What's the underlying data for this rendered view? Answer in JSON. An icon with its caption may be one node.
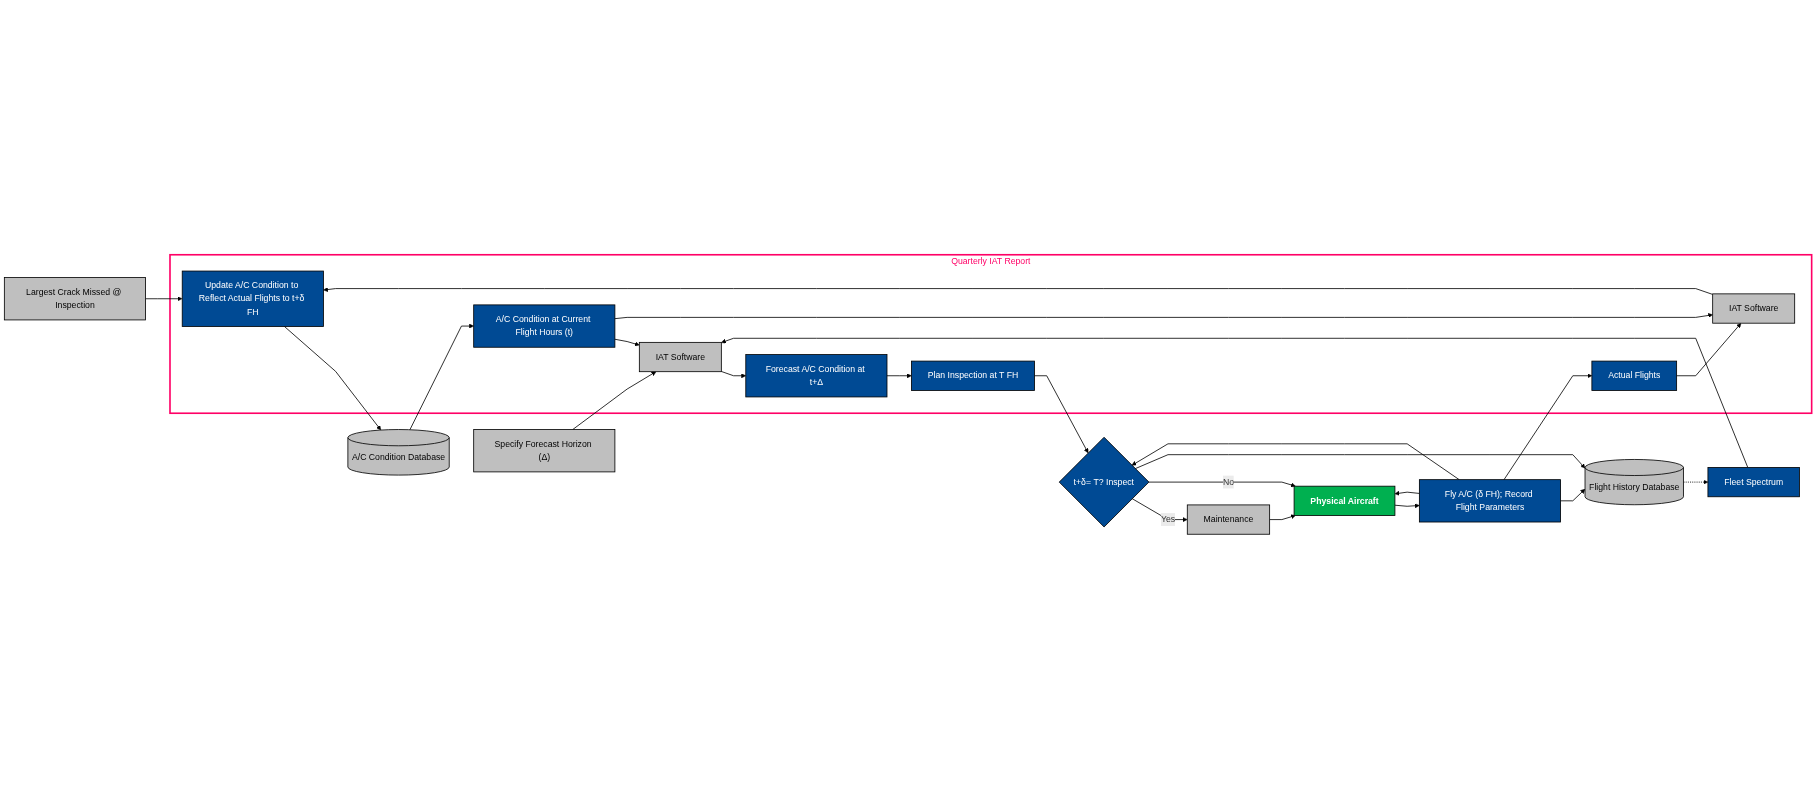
{
  "diagram": {
    "nodes": [
      {
        "text": [
          "Quarterly IAT Report"
        ]
      },
      {
        "text": [
          "Largest Crack Missed @ Inspection"
        ]
      },
      {
        "text": [
          "A/C Condition Database"
        ]
      },
      {
        "text": [
          "Fleet Spectrum"
        ]
      },
      {
        "text": [
          "Update A/C Condition to Reflect Actual Flights to t+δ FH"
        ],
        "in": 0
      },
      {
        "text": [
          "A/C Condition at Current Flight Hours (t)"
        ],
        "in": 0
      },
      {
        "text": [
          "IAT Software"
        ],
        "in": 0
      },
      {
        "text": [
          "Specify Forecast Horizon (Δ)"
        ]
      },
      {
        "text": [
          "Forecast A/C Condition at t+Δ"
        ],
        "in": 0
      },
      {
        "text": [
          "IAT Software"
        ],
        "in": 0
      },
      {
        "text": [
          "Plan Inspection at T FH"
        ],
        "in": 0
      },
      {
        "text": [
          "Actual Flights"
        ],
        "in": 0
      },
      {
        "text": [
          "Fly A/C (δ FH); Record Flight Parameters"
        ]
      },
      {
        "text": [
          "t+δ= T? Inspect"
        ]
      },
      {
        "text": [
          "Physical Aircraft"
        ]
      },
      {
        "text": [
          "Maintenance"
        ]
      },
      {
        "text": [
          "Flight History Database"
        ]
      }
    ],
    "edges": [
      {
        "from": 1,
        "to": 4,
        "arrow": "to"
      },
      {
        "from": 4,
        "to": 2,
        "arrow": "to"
      },
      {
        "from": 2,
        "to": 5,
        "arrow": "to"
      },
      {
        "from": 3,
        "to": 6,
        "arrow": "to"
      },
      {
        "from": 5,
        "to": 6,
        "arrow": "to"
      },
      {
        "from": 7,
        "to": 6,
        "arrow": "to"
      },
      {
        "from": 6,
        "to": 8,
        "arrow": "to"
      },
      {
        "from": 8,
        "to": 10,
        "arrow": "to"
      },
      {
        "from": 10,
        "to": 13,
        "arrow": "to"
      },
      {
        "from": 9,
        "to": 4,
        "arrow": "to"
      },
      {
        "from": 5,
        "to": 9,
        "arrow": "to"
      },
      {
        "from": 11,
        "to": 9,
        "arrow": "to"
      },
      {
        "from": 12,
        "to": 11,
        "arrow": "to"
      },
      {
        "from": 12,
        "to": 13,
        "arrow": "to"
      },
      {
        "from": 13,
        "to": 15,
        "arrow": "to",
        "label": "Yes"
      },
      {
        "from": 15,
        "to": 14,
        "arrow": "to"
      },
      {
        "from": 14,
        "to": 12,
        "arrow": "to"
      },
      {
        "from": 12,
        "to": 14,
        "arrow": "to"
      },
      {
        "from": 12,
        "to": 16,
        "arrow": "to"
      },
      {
        "from": 13,
        "to": 14,
        "arrow": "to",
        "label": "No"
      },
      {
        "from": 13,
        "to": 16,
        "arrow": "to"
      },
      {
        "from": 16,
        "to": 3,
        "arrow": "to",
        "style": "dashed"
      }
    ]
  }
}
